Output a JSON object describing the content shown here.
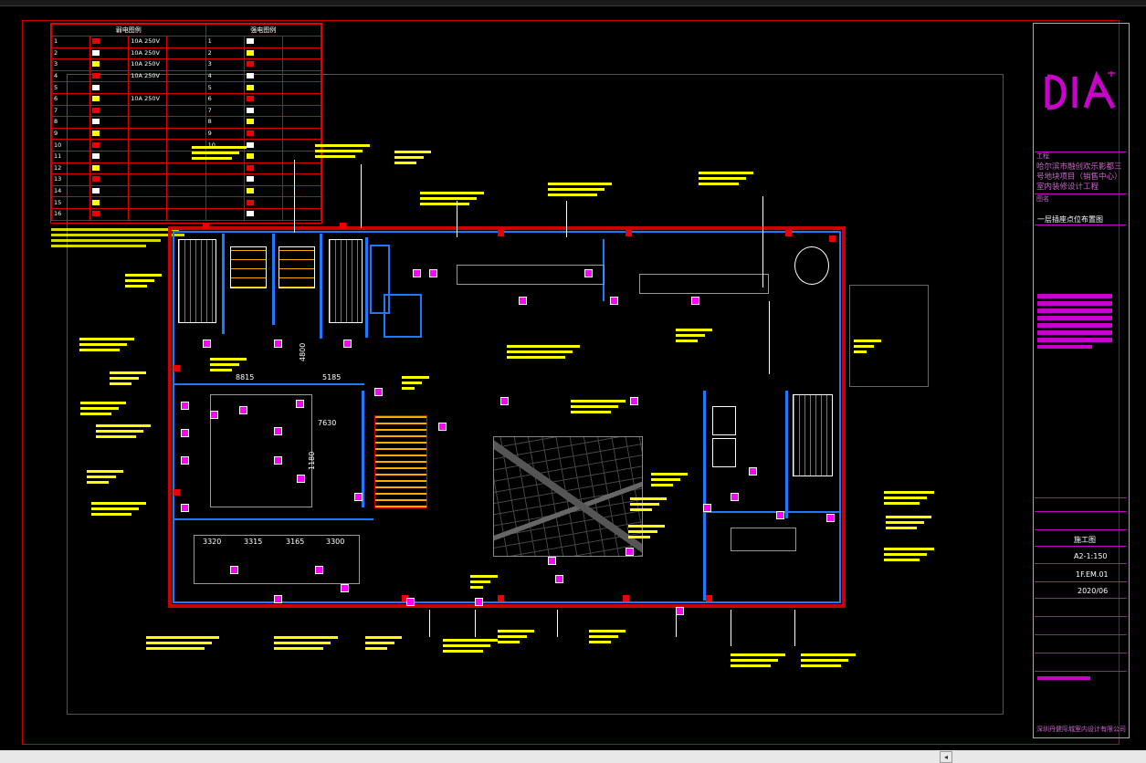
{
  "legend": {
    "left_header": "弱电图例",
    "right_header": "强电图例",
    "rows": [
      [
        "1",
        "",
        "10A 250V",
        "",
        "1",
        "",
        ""
      ],
      [
        "2",
        "",
        "10A 250V",
        "",
        "2",
        "",
        ""
      ],
      [
        "3",
        "",
        "10A 250V",
        "",
        "3",
        "",
        ""
      ],
      [
        "4",
        "",
        "10A 250V",
        "",
        "4",
        "",
        ""
      ],
      [
        "5",
        "",
        "",
        "",
        "5",
        "",
        ""
      ],
      [
        "6",
        "",
        "10A 250V",
        "",
        "6",
        "",
        ""
      ],
      [
        "7",
        "",
        "",
        "",
        "7",
        "",
        ""
      ],
      [
        "8",
        "",
        "",
        "",
        "8",
        "",
        ""
      ],
      [
        "9",
        "",
        "",
        "",
        "9",
        "",
        ""
      ],
      [
        "10",
        "",
        "",
        "",
        "10",
        "",
        ""
      ],
      [
        "11",
        "",
        "",
        "",
        "",
        "",
        ""
      ],
      [
        "12",
        "",
        "",
        "",
        "",
        "",
        ""
      ],
      [
        "13",
        "",
        "",
        "",
        "",
        "",
        ""
      ],
      [
        "14",
        "",
        "",
        "",
        "",
        "",
        ""
      ],
      [
        "15",
        "",
        "",
        "",
        "",
        "",
        ""
      ],
      [
        "16",
        "",
        "",
        "",
        "",
        "",
        ""
      ]
    ]
  },
  "plan": {
    "dimensions": {
      "d1": "8815",
      "d2": "5185",
      "d3": "4800",
      "d4": "3320",
      "d5": "3315",
      "d6": "3165",
      "d7": "3300",
      "d8": "7630",
      "d9": "1180"
    }
  },
  "title_block": {
    "project_lines": [
      "哈尔滨市融创欢乐影都三",
      "号地块项目（销售中心）",
      "室内装修设计工程"
    ],
    "drawing_title": "一层插座点位布置图",
    "stage": "施工图",
    "scale": "A2-1:150",
    "drawing_no": "1F.EM.01",
    "date": "2020/06",
    "company": "深圳丹健际城室内设计有限公司"
  },
  "colors": {
    "wall_red": "#e00000",
    "wall_blue": "#2277ff",
    "text_yellow": "#ffff00",
    "brand_magenta": "#cc00cc"
  }
}
